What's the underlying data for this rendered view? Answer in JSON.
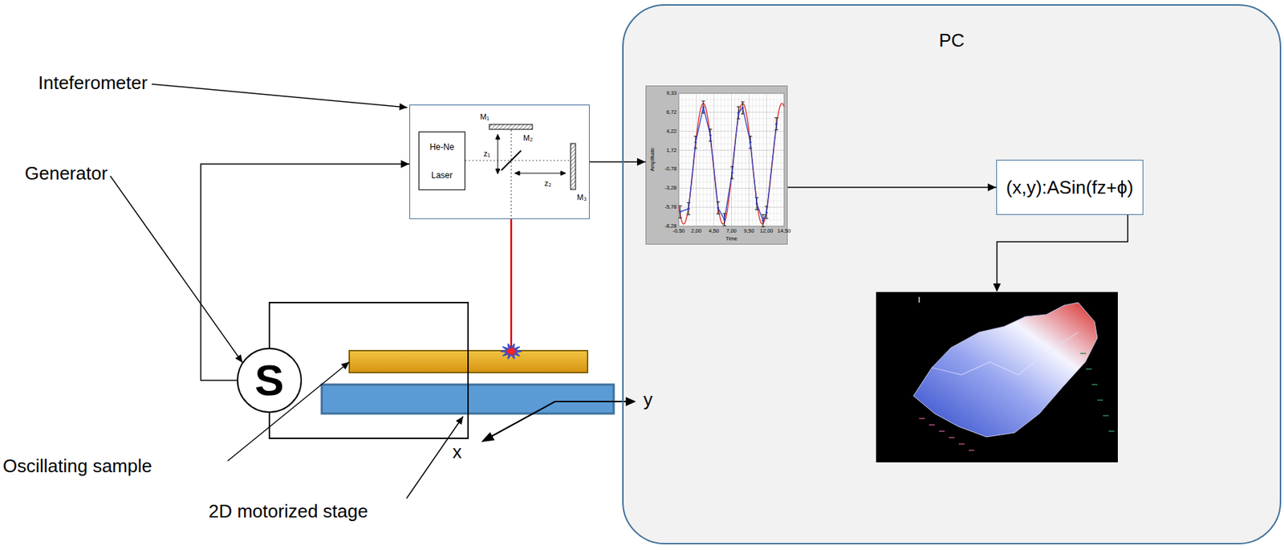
{
  "diagram": {
    "nodes": [
      {
        "text": [
          "M₁",
          "M₂",
          "M₃",
          "z₁",
          "z₂"
        ]
      },
      {
        "text": [
          "He-Ne Laser"
        ],
        "in": 0
      },
      {
        "text": [
          "S"
        ]
      },
      {
        "text": [
          "PC"
        ]
      },
      {
        "text": [
          "Amplitude",
          "Time",
          "9,33",
          "6,72",
          "4,22",
          "1,72",
          "-0,78",
          "-3,28",
          "-5,78",
          "-8,28",
          "-0,50",
          "2,00",
          "4,50",
          "7,00",
          "9,50",
          "12,00",
          "14,50"
        ],
        "in": 3
      },
      {
        "text": [
          "(x,y):ASin(fz+ϕ)"
        ],
        "in": 3
      }
    ],
    "edges": [
      {
        "from": 2,
        "to": 0,
        "arrow": "to"
      },
      {
        "from": 0,
        "to": 4,
        "arrow": "to"
      },
      {
        "from": 4,
        "to": 5,
        "arrow": "to"
      }
    ],
    "labels": [
      "Inteferometer",
      "Generator",
      "Oscillating sample",
      "2D motorized stage",
      "x",
      "y"
    ]
  }
}
